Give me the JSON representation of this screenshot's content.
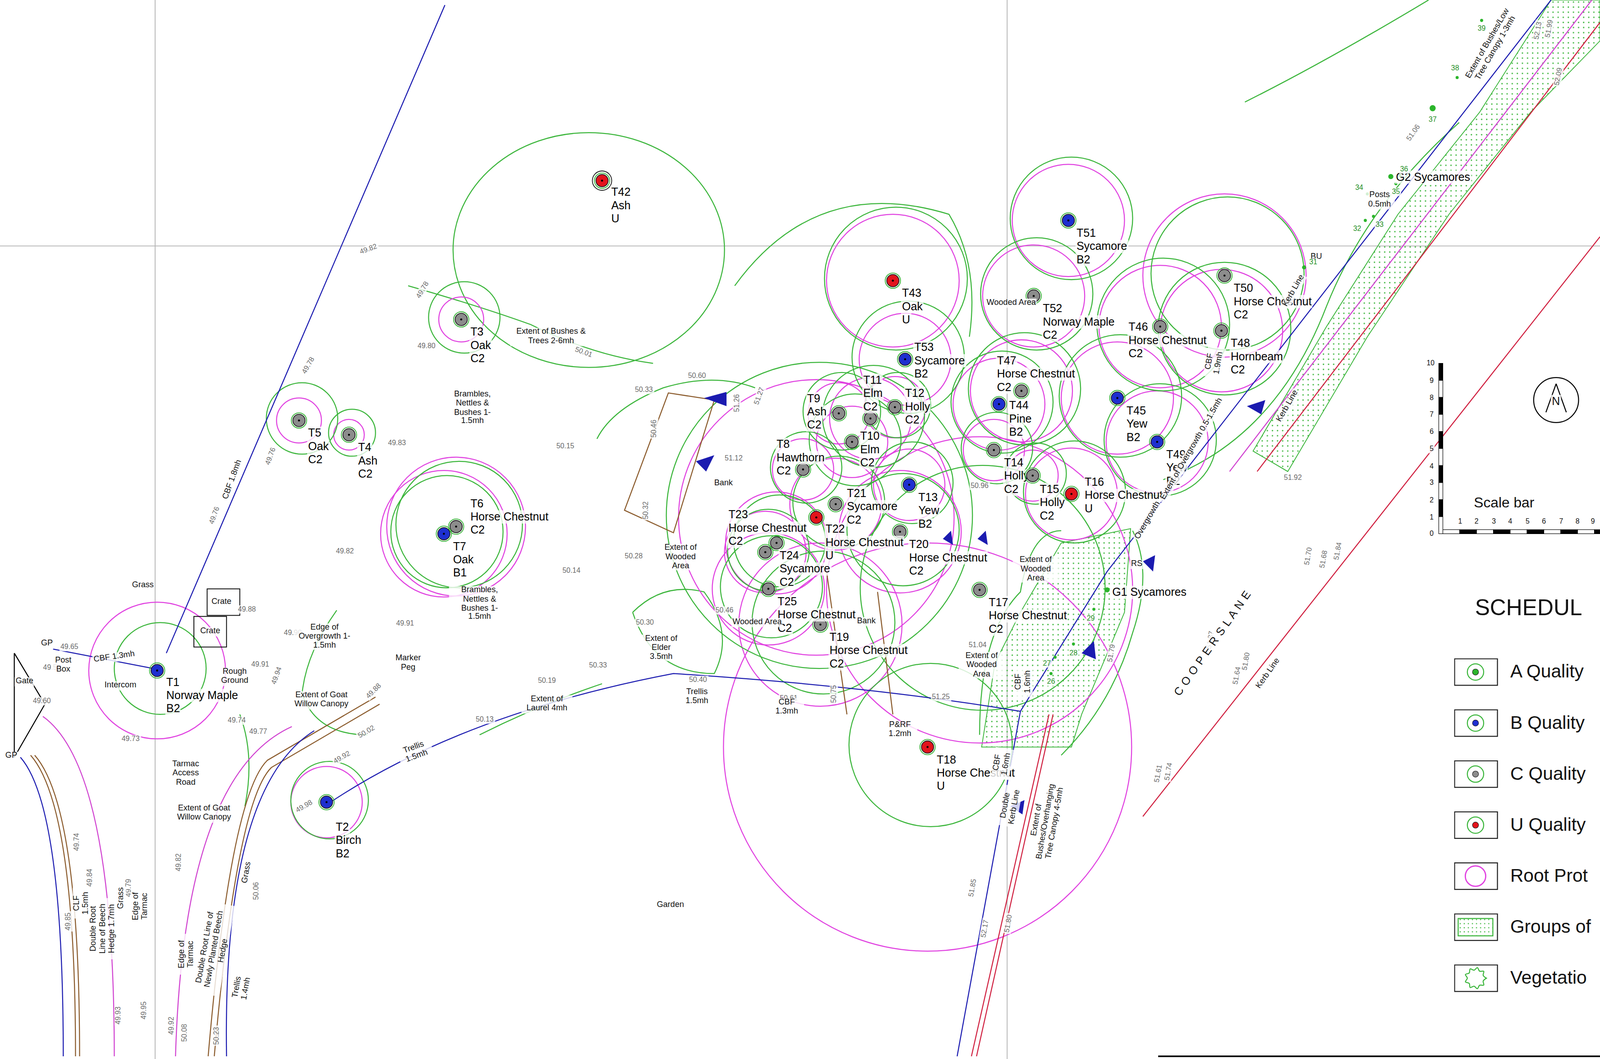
{
  "diagram": {
    "nodes": [
      {
        "text": [
          "T1",
          "Norway Maple",
          "B2"
        ]
      },
      {
        "text": [
          "T2",
          "Birch",
          "B2"
        ]
      },
      {
        "text": [
          "T3",
          "Oak",
          "C2"
        ]
      },
      {
        "text": [
          "T4",
          "Ash",
          "C2"
        ]
      },
      {
        "text": [
          "T5",
          "Oak",
          "C2"
        ]
      },
      {
        "text": [
          "T6",
          "Horse Chestnut",
          "C2"
        ]
      },
      {
        "text": [
          "T7",
          "Oak",
          "B1"
        ]
      },
      {
        "text": [
          "T8",
          "Hawthorn",
          "C2"
        ]
      },
      {
        "text": [
          "T9",
          "Ash",
          "C2"
        ]
      },
      {
        "text": [
          "T10",
          "Elm",
          "C2"
        ]
      },
      {
        "text": [
          "T11",
          "Elm",
          "C2"
        ]
      },
      {
        "text": [
          "T12",
          "Holly",
          "C2"
        ]
      },
      {
        "text": [
          "T13",
          "Yew",
          "B2"
        ]
      },
      {
        "text": [
          "T14",
          "Holly",
          "C2"
        ]
      },
      {
        "text": [
          "T15",
          "Holly",
          "C2"
        ]
      },
      {
        "text": [
          "T16",
          "Horse Chestnut",
          "U"
        ]
      },
      {
        "text": [
          "T17",
          "Horse Chestnut",
          "C2"
        ]
      },
      {
        "text": [
          "T18",
          "Horse Chestnut",
          "U"
        ]
      },
      {
        "text": [
          "T19",
          "Horse Chestnut",
          "C2"
        ]
      },
      {
        "text": [
          "T20",
          "Horse Chestnut",
          "C2"
        ]
      },
      {
        "text": [
          "T21",
          "Sycamore",
          "C2"
        ]
      },
      {
        "text": [
          "T22",
          "Horse Chestnut",
          "U"
        ]
      },
      {
        "text": [
          "T23",
          "Horse Chestnut",
          "C2"
        ]
      },
      {
        "text": [
          "T24",
          "Sycamore",
          "C2"
        ]
      },
      {
        "text": [
          "T25",
          "Horse Chestnut",
          "C2"
        ]
      },
      {
        "text": [
          "T42",
          "Ash",
          "U"
        ]
      },
      {
        "text": [
          "T43",
          "Oak",
          "U"
        ]
      },
      {
        "text": [
          "T44",
          "Pine",
          "B2"
        ]
      },
      {
        "text": [
          "T45",
          "Yew",
          "B2"
        ]
      },
      {
        "text": [
          "T46",
          "Horse Chestnut",
          "C2"
        ]
      },
      {
        "text": [
          "T47",
          "Horse Chestnut",
          "C2"
        ]
      },
      {
        "text": [
          "T48",
          "Hornbeam",
          "C2"
        ]
      },
      {
        "text": [
          "T49",
          "Yew",
          "B2"
        ]
      },
      {
        "text": [
          "T50",
          "Horse Chestnut",
          "C2"
        ]
      },
      {
        "text": [
          "T51",
          "Sycamore",
          "B2"
        ]
      },
      {
        "text": [
          "T52",
          "Norway Maple",
          "C2"
        ]
      },
      {
        "text": [
          "T53",
          "Sycamore",
          "B2"
        ]
      },
      {
        "text": [
          "G1 Sycamores"
        ]
      },
      {
        "text": [
          "G2 Sycamores"
        ]
      }
    ],
    "labels": [
      "49.82",
      "49.78",
      "49.80",
      "50.01",
      "50.33",
      "50.60",
      "49.78",
      "49.83",
      "49.76",
      "49.76",
      "50.15",
      "50.46",
      "50.32",
      "49.82",
      "50.14",
      "50.28",
      "49.88",
      "49.90",
      "49.91",
      "49.91",
      "50.30",
      "50.46",
      "49.65",
      "49.58",
      "49.60",
      "49.94",
      "49.88",
      "50.40",
      "50.33",
      "50.19",
      "50.13",
      "49.77",
      "49.74",
      "49.73",
      "50.02",
      "49.92",
      "49.98",
      "50.61",
      "51.25",
      "51.04",
      "50.96",
      "51.26",
      "51.27",
      "51.12",
      "51.06",
      "51.92",
      "51.79",
      "51.87",
      "51.64",
      "51.80",
      "51.70",
      "51.68",
      "51.84",
      "51.61",
      "51.74",
      "52.13",
      "51.99",
      "52.09",
      "51.85",
      "52.17",
      "51.80",
      "49.79",
      "49.93",
      "49.95",
      "49.92",
      "50.08",
      "50.23",
      "50.06",
      "49.82",
      "49.85",
      "49.84",
      "49.74",
      "50.75",
      "Extent of Bushes & Trees 2-6mh",
      "Brambles, Nettles & Bushes 1-1.5mh",
      "Brambles, Nettles & Bushes 1-1.5mh",
      "CBF 1.8mh",
      "Grass",
      "Crate",
      "Crate",
      "Gate",
      "GP",
      "GP",
      "Post Box",
      "CBF 1.3mh",
      "Intercom",
      "Rough Ground",
      "Tarmac Access Road",
      "Edge of Overgrowth 1-1.5mh",
      "Marker Peg",
      "Extent of Goat Willow Canopy",
      "Extent of Goat Willow Canopy",
      "Trellis 1.5mh",
      "Extent of Laurel 4mh",
      "Trellis 1.5mh",
      "CBF 1.3mh",
      "P&RF 1.2mh",
      "Garden",
      "Extent of Elder 3.5mh",
      "Extent of Wooded Area",
      "Wooded Area",
      "Bank",
      "Bank",
      "Extent of Wooded Area",
      "Extent of Wooded Area",
      "Wooded Area",
      "CBF 1.6mh",
      "CBF 1.6mh",
      "Double Kerb Line",
      "Extent of Bushes/Overhanging Tree Canopy 4-5mh",
      "Overgrowth",
      "Extent of Overgrowth 0.5-1.5mh",
      "CBF 1.9mh",
      "Kerb Line",
      "Kerb Line",
      "Kerb Line",
      "C O O P E R S   L A N E",
      "Extent of Bushes/Low Tree Canopy 1-3mh",
      "Posts 0.5mh",
      "BU",
      "RS",
      "Edge of Tarmac",
      "Double Root Line of Newly Planted Beech Hedge",
      "Grass",
      "Trellis 1.4mh",
      "CLF 1.5mh",
      "Double Root Line of Beech Hedge 1.7mh",
      "Grass",
      "Edge of Tarmac",
      "26",
      "27",
      "28",
      "29",
      "31",
      "32",
      "33",
      "34",
      "35",
      "36",
      "37",
      "38",
      "39",
      "10",
      "9",
      "8",
      "7",
      "6",
      "5",
      "4",
      "3",
      "2",
      "1",
      "0",
      "1",
      "2",
      "3",
      "4",
      "5",
      "6",
      "7",
      "8",
      "9",
      "Scale bar",
      "N",
      "SCHEDUL"
    ],
    "legend": [
      {
        "text": "A Quality",
        "color": "#2bb52b"
      },
      {
        "text": "B Quality",
        "color": "#1e2fd0"
      },
      {
        "text": "C Quality",
        "color": "#8c8c8c"
      },
      {
        "text": "U Quality",
        "color": "#e3141c"
      },
      {
        "text": "Root Prot"
      },
      {
        "text": "Groups of"
      },
      {
        "text": "Vegetatio"
      }
    ]
  }
}
